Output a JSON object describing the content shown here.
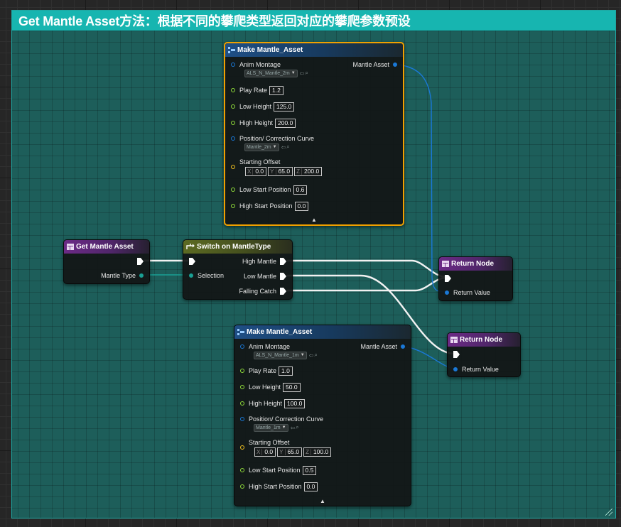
{
  "comment": {
    "title": "Get Mantle Asset方法：根据不同的攀爬类型返回对应的攀爬参数预设"
  },
  "colors": {
    "comment_header": "#17b5b0",
    "comment_bg": "#1d5e5a",
    "struct_pin": "#1a78d6",
    "float_pin": "#8fdc3a",
    "vector_pin": "#f0c020",
    "byte_pin": "#1aa094",
    "exec_pin": "#ffffff",
    "selected_outline": "#f0a000"
  },
  "get_mantle_asset": {
    "title": "Get Mantle Asset",
    "icon": "function-icon",
    "output_label": "Mantle Type"
  },
  "switch_node": {
    "title": "Switch on MantleType",
    "icon": "switch-icon",
    "input_label": "Selection",
    "outputs": [
      "High Mantle",
      "Low Mantle",
      "Falling Catch"
    ]
  },
  "make_top": {
    "title": "Make Mantle_Asset",
    "icon": "struct-icon",
    "output_label": "Mantle Asset",
    "anim_montage_label": "Anim Montage",
    "anim_montage_value": "ALS_N_Mantle_2m",
    "play_rate_label": "Play Rate",
    "play_rate": "1.2",
    "low_height_label": "Low Height",
    "low_height": "125.0",
    "high_height_label": "High Height",
    "high_height": "200.0",
    "curve_label": "Position/ Correction Curve",
    "curve_value": "Mantle_2m",
    "offset_label": "Starting Offset",
    "offset_x": "0.0",
    "offset_y": "65.0",
    "offset_z": "200.0",
    "low_start_label": "Low Start Position",
    "low_start": "0.6",
    "high_start_label": "High Start Position",
    "high_start": "0.0"
  },
  "make_bottom": {
    "title": "Make Mantle_Asset",
    "icon": "struct-icon",
    "output_label": "Mantle Asset",
    "anim_montage_label": "Anim Montage",
    "anim_montage_value": "ALS_N_Mantle_1m",
    "play_rate_label": "Play Rate",
    "play_rate": "1.0",
    "low_height_label": "Low Height",
    "low_height": "50.0",
    "high_height_label": "High Height",
    "high_height": "100.0",
    "curve_label": "Position/ Correction Curve",
    "curve_value": "Mantle_1m",
    "offset_label": "Starting Offset",
    "offset_x": "0.0",
    "offset_y": "65.0",
    "offset_z": "100.0",
    "low_start_label": "Low Start Position",
    "low_start": "0.5",
    "high_start_label": "High Start Position",
    "high_start": "0.0"
  },
  "return_top": {
    "title": "Return Node",
    "icon": "function-icon",
    "input_label": "Return Value"
  },
  "return_bottom": {
    "title": "Return Node",
    "icon": "function-icon",
    "input_label": "Return Value"
  },
  "axis_labels": {
    "x": "X",
    "y": "Y",
    "z": "Z"
  }
}
